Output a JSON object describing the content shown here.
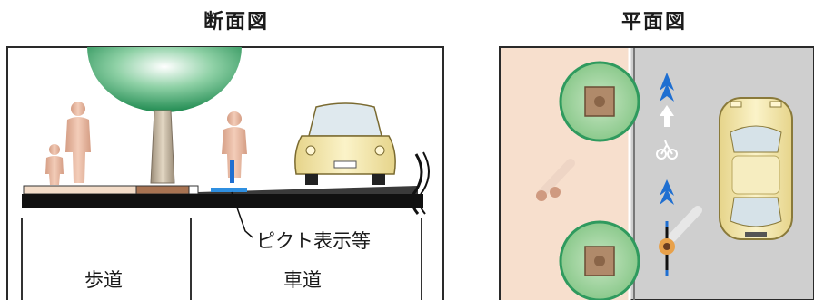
{
  "cross_section": {
    "title": "断面図",
    "callout": "ピクト表示等",
    "zone_left": "歩道",
    "zone_right": "車道"
  },
  "plan_view": {
    "title": "平面図"
  },
  "colors": {
    "tree_green": "#2f9a5e",
    "sidewalk": "#f7dfcd",
    "road": "#cfcfcf",
    "bike_lane_blue": "#1f6fd1",
    "car_yellow": "#f3e7a6",
    "person": "#e8b9a0"
  }
}
